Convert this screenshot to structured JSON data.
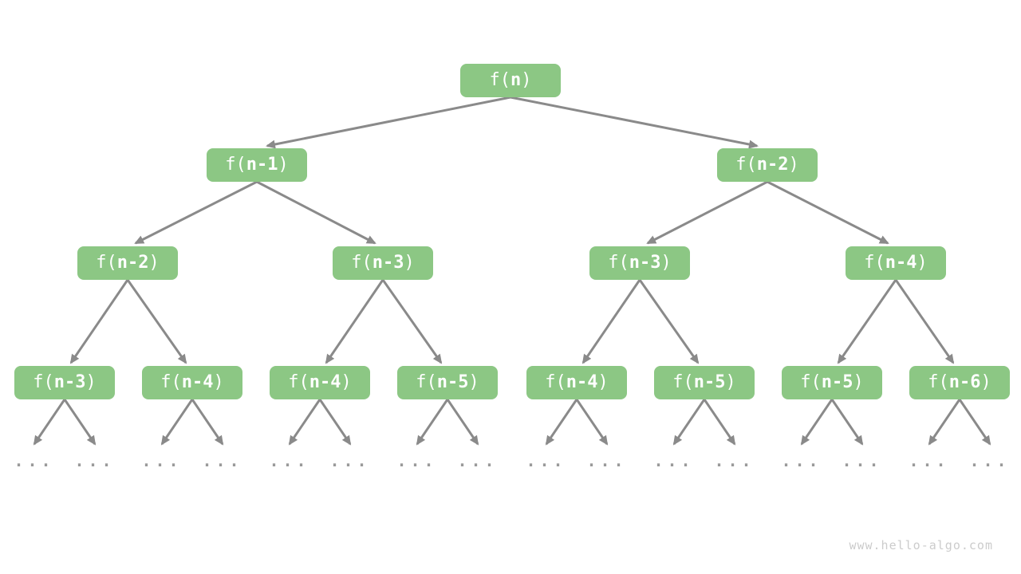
{
  "colors": {
    "background": "#ffffff",
    "node_bg": "#8cc784",
    "node_text": "#ffffff",
    "arrow": "#8a8a8a",
    "ellipsis": "#9a9a9a",
    "watermark": "#cccccc"
  },
  "watermark": {
    "text": "www.hello-algo.com"
  },
  "tree": {
    "ellipsis": "...",
    "nodes": [
      {
        "level": 0,
        "label": "f(n)",
        "pre": "f(",
        "mid": "n",
        "post": ")"
      },
      {
        "level": 1,
        "label": "f(n-1)",
        "pre": "f(",
        "mid": "n-1",
        "post": ")"
      },
      {
        "level": 1,
        "label": "f(n-2)",
        "pre": "f(",
        "mid": "n-2",
        "post": ")"
      },
      {
        "level": 2,
        "label": "f(n-2)",
        "pre": "f(",
        "mid": "n-2",
        "post": ")"
      },
      {
        "level": 2,
        "label": "f(n-3)",
        "pre": "f(",
        "mid": "n-3",
        "post": ")"
      },
      {
        "level": 2,
        "label": "f(n-3)",
        "pre": "f(",
        "mid": "n-3",
        "post": ")"
      },
      {
        "level": 2,
        "label": "f(n-4)",
        "pre": "f(",
        "mid": "n-4",
        "post": ")"
      },
      {
        "level": 3,
        "label": "f(n-3)",
        "pre": "f(",
        "mid": "n-3",
        "post": ")"
      },
      {
        "level": 3,
        "label": "f(n-4)",
        "pre": "f(",
        "mid": "n-4",
        "post": ")"
      },
      {
        "level": 3,
        "label": "f(n-4)",
        "pre": "f(",
        "mid": "n-4",
        "post": ")"
      },
      {
        "level": 3,
        "label": "f(n-5)",
        "pre": "f(",
        "mid": "n-5",
        "post": ")"
      },
      {
        "level": 3,
        "label": "f(n-4)",
        "pre": "f(",
        "mid": "n-4",
        "post": ")"
      },
      {
        "level": 3,
        "label": "f(n-5)",
        "pre": "f(",
        "mid": "n-5",
        "post": ")"
      },
      {
        "level": 3,
        "label": "f(n-5)",
        "pre": "f(",
        "mid": "n-5",
        "post": ")"
      },
      {
        "level": 3,
        "label": "f(n-6)",
        "pre": "f(",
        "mid": "n-6",
        "post": ")"
      }
    ]
  }
}
